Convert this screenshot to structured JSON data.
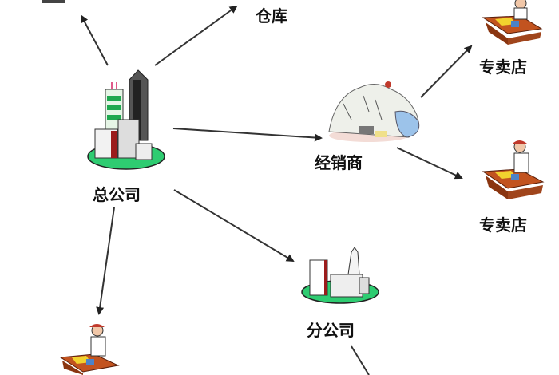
{
  "diagram": {
    "type": "distribution-channel-flow",
    "nodes": [
      {
        "id": "hq",
        "label": "总公司",
        "icon": "office-buildings-icon"
      },
      {
        "id": "top-left",
        "label": "",
        "icon": "partially-visible-node"
      },
      {
        "id": "warehouse",
        "label": "仓库",
        "icon": ""
      },
      {
        "id": "distributor",
        "label": "经销商",
        "icon": "crowd-people-icon"
      },
      {
        "id": "store1",
        "label": "专卖店",
        "icon": "shop-clerk-counter-icon"
      },
      {
        "id": "store2",
        "label": "专卖店",
        "icon": "shop-clerk-counter-icon"
      },
      {
        "id": "branch",
        "label": "分公司",
        "icon": "office-buildings-icon"
      },
      {
        "id": "bottom-store",
        "label": "",
        "icon": "shop-clerk-counter-icon"
      }
    ],
    "edges": [
      {
        "from": "hq",
        "to": "top-left"
      },
      {
        "from": "hq",
        "to": "warehouse"
      },
      {
        "from": "hq",
        "to": "distributor"
      },
      {
        "from": "hq",
        "to": "branch"
      },
      {
        "from": "hq",
        "to": "bottom-store"
      },
      {
        "from": "distributor",
        "to": "store1"
      },
      {
        "from": "distributor",
        "to": "store2"
      },
      {
        "from": "branch",
        "to": "offscreen"
      }
    ]
  },
  "labels": {
    "hq": "总公司",
    "warehouse": "仓库",
    "distributor": "经销商",
    "store_top": "专卖店",
    "store_mid": "专卖店",
    "branch": "分公司"
  },
  "colors": {
    "arrow": "#222222",
    "ground_green": "#2ecc71",
    "counter_brown": "#a0451c",
    "tower_dark": "#3a3a3a",
    "building_red": "#9b1c1c"
  }
}
